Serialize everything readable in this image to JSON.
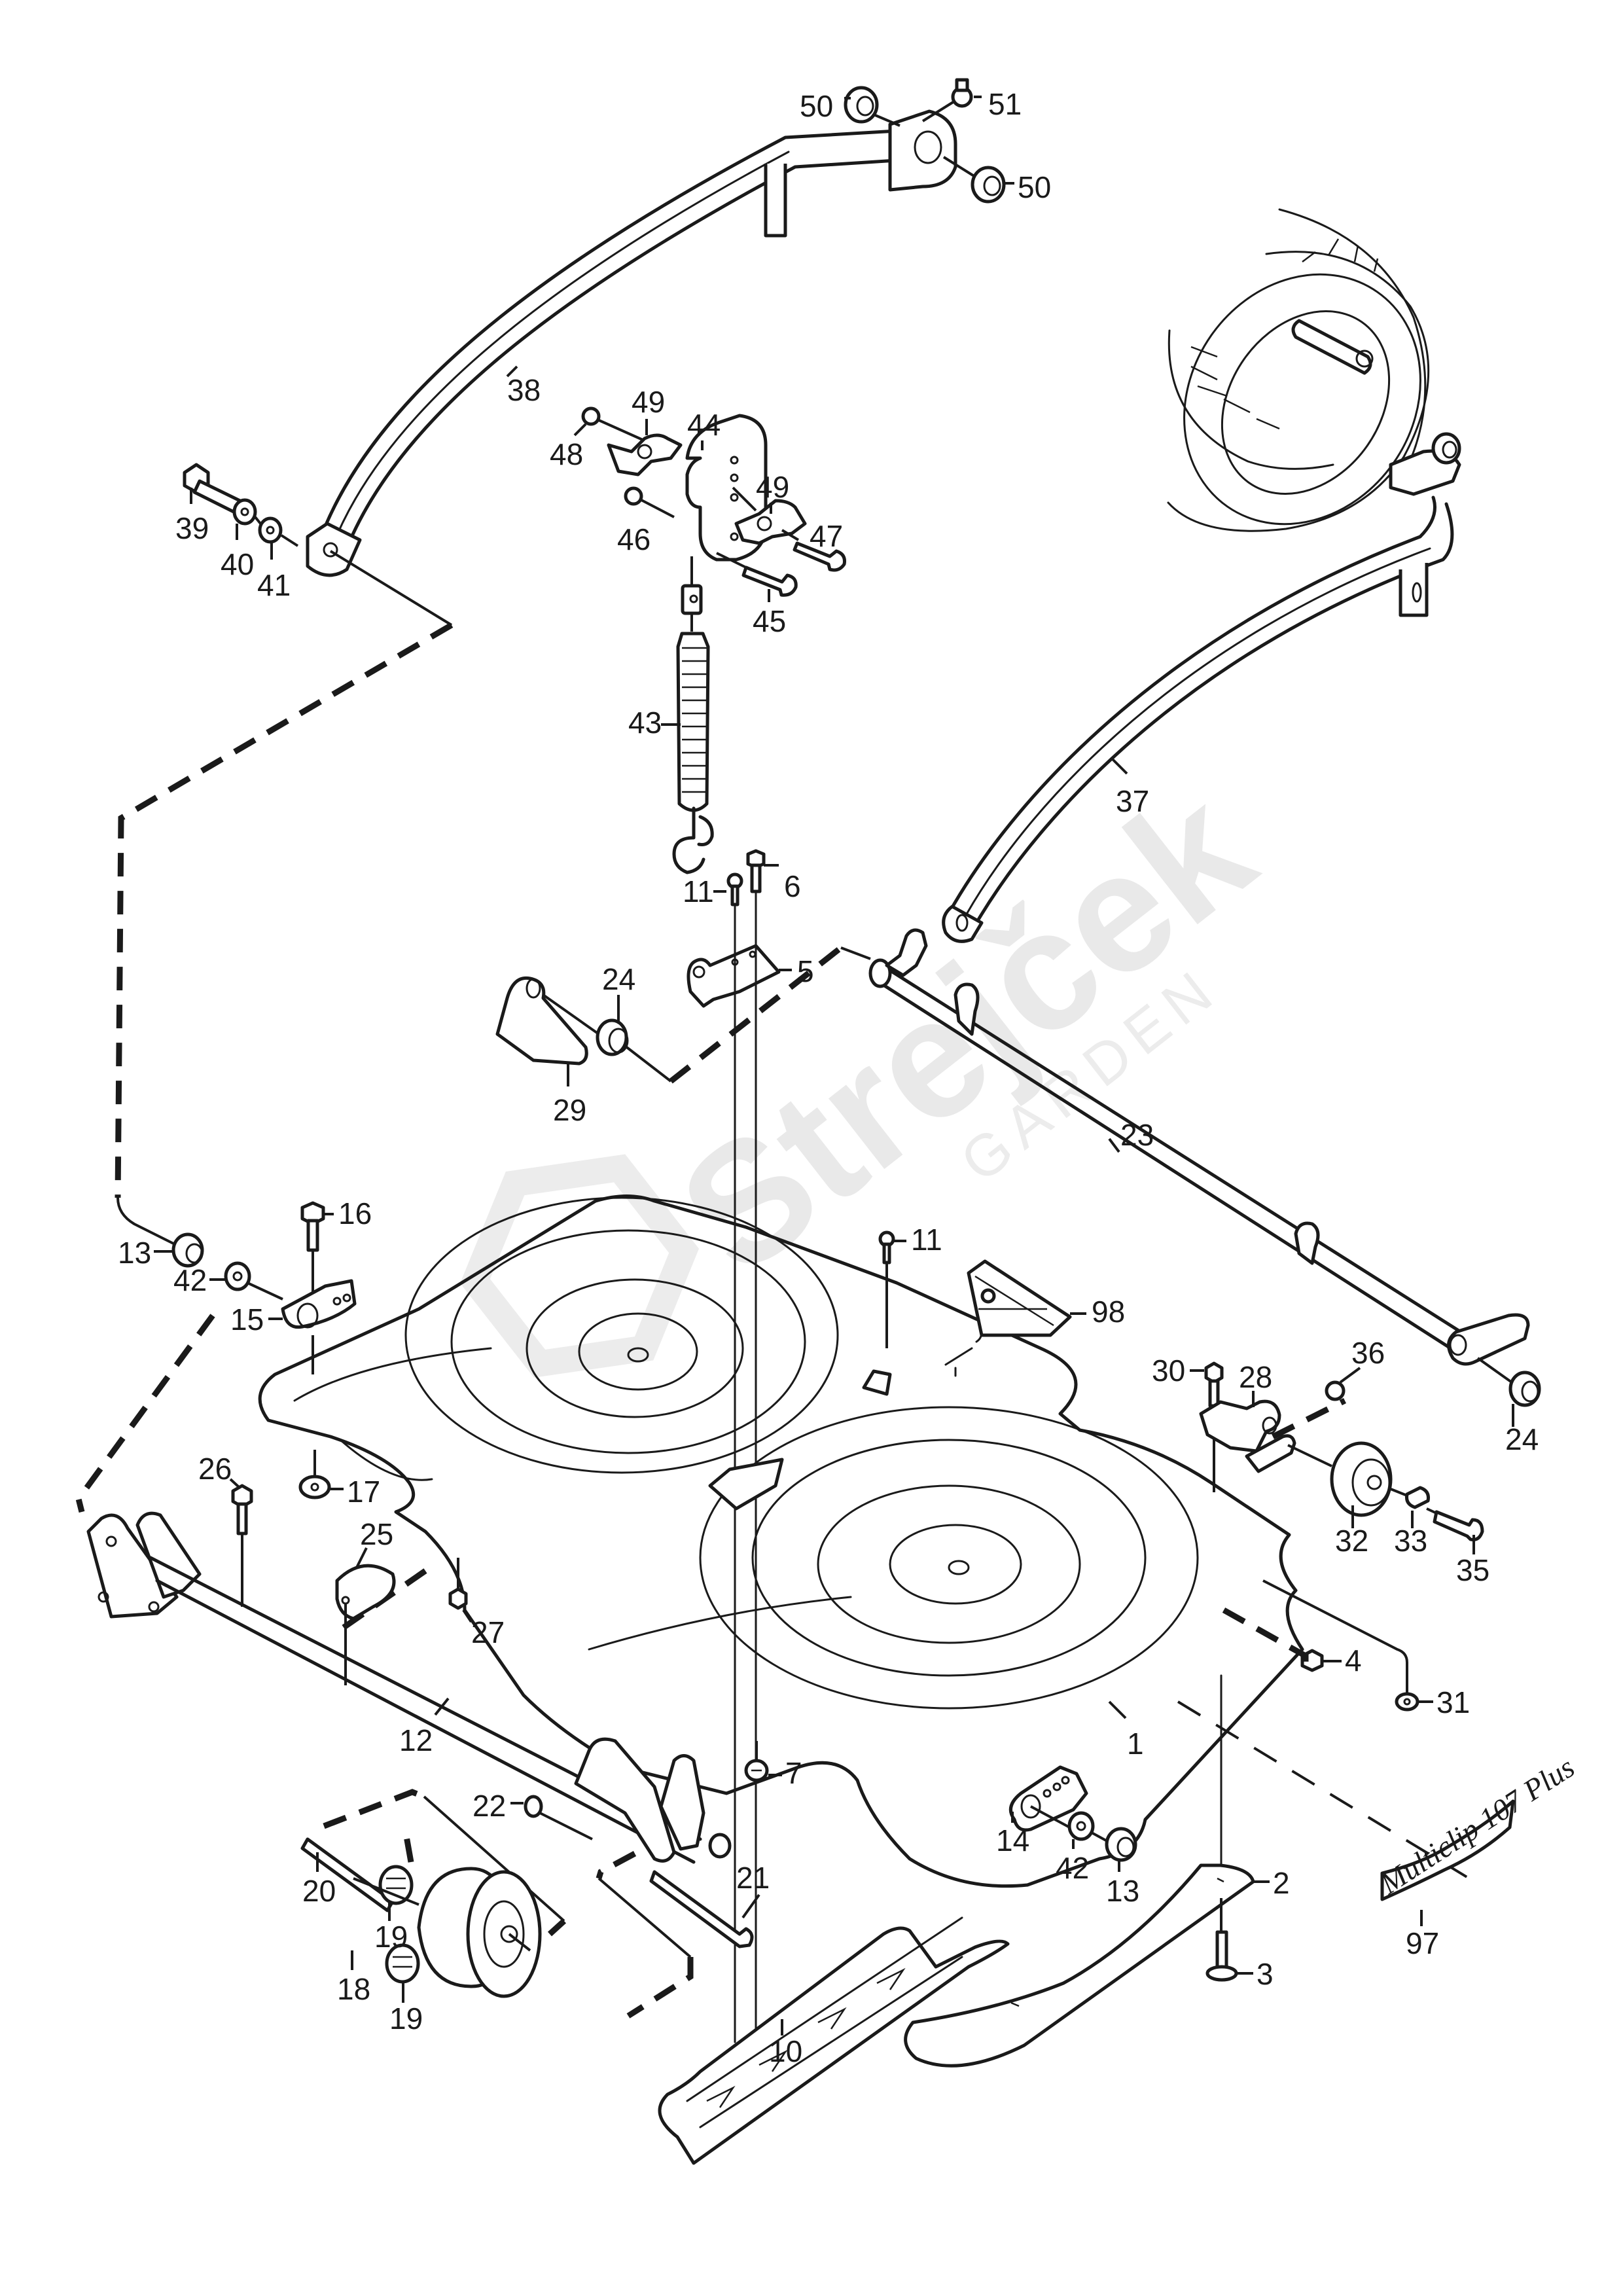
{
  "diagram": {
    "title": "Mower deck assembly – exploded parts view",
    "model_decal_text": "Multiclip 107 Plus",
    "watermark": {
      "brand": "Strejček",
      "sub": "GARDEN"
    },
    "colors": {
      "line": "#1a1a1a",
      "background": "#ffffff",
      "watermark": "#e9e9e9"
    },
    "parts": [
      {
        "id": "1",
        "name": "Cutting deck housing"
      },
      {
        "id": "2",
        "name": "Front skid plate"
      },
      {
        "id": "3",
        "name": "Carriage bolt"
      },
      {
        "id": "4",
        "name": "Flange nut"
      },
      {
        "id": "5",
        "name": "Spring bracket"
      },
      {
        "id": "6",
        "name": "Flange bolt"
      },
      {
        "id": "7",
        "name": "Flange nut"
      },
      {
        "id": "10",
        "name": "Rear skid plate"
      },
      {
        "id": "11",
        "name": "Self-tapping screw"
      },
      {
        "id": "12",
        "name": "Rear axle / roller bracket"
      },
      {
        "id": "13",
        "name": "Bushing"
      },
      {
        "id": "14",
        "name": "Pivot bracket right"
      },
      {
        "id": "15",
        "name": "Pivot bracket left"
      },
      {
        "id": "16",
        "name": "Flange bolt"
      },
      {
        "id": "17",
        "name": "Flange nut"
      },
      {
        "id": "18",
        "name": "Roller wheel"
      },
      {
        "id": "19",
        "name": "Wheel bearing"
      },
      {
        "id": "20",
        "name": "Wheel axle"
      },
      {
        "id": "21",
        "name": "Axle pin"
      },
      {
        "id": "22",
        "name": "Washer"
      },
      {
        "id": "23",
        "name": "Front lift rod"
      },
      {
        "id": "24",
        "name": "Bushing"
      },
      {
        "id": "25",
        "name": "Clamp"
      },
      {
        "id": "26",
        "name": "Flange bolt"
      },
      {
        "id": "27",
        "name": "Flange nut"
      },
      {
        "id": "28",
        "name": "Roller bracket"
      },
      {
        "id": "29",
        "name": "Bearing bracket"
      },
      {
        "id": "30",
        "name": "Flange bolt"
      },
      {
        "id": "31",
        "name": "Flange nut"
      },
      {
        "id": "32",
        "name": "Guide roller"
      },
      {
        "id": "33",
        "name": "Spacer"
      },
      {
        "id": "35",
        "name": "Bolt"
      },
      {
        "id": "36",
        "name": "Nut"
      },
      {
        "id": "37",
        "name": "Right lift arm"
      },
      {
        "id": "38",
        "name": "Left lift arm"
      },
      {
        "id": "39",
        "name": "Hex bolt"
      },
      {
        "id": "40",
        "name": "Washer"
      },
      {
        "id": "41",
        "name": "Spacer washer"
      },
      {
        "id": "42",
        "name": "Washer"
      },
      {
        "id": "43",
        "name": "Tension spring"
      },
      {
        "id": "44",
        "name": "Adjustment plate"
      },
      {
        "id": "45",
        "name": "Bolt"
      },
      {
        "id": "46",
        "name": "Lock nut"
      },
      {
        "id": "47",
        "name": "Bolt"
      },
      {
        "id": "48",
        "name": "Lock nut"
      },
      {
        "id": "49",
        "name": "Wing knob"
      },
      {
        "id": "50",
        "name": "Bushing"
      },
      {
        "id": "51",
        "name": "Grease nipple"
      },
      {
        "id": "97",
        "name": "Model decal"
      },
      {
        "id": "98",
        "name": "Warning decal"
      }
    ],
    "labels": {
      "l50a": "50",
      "l51": "51",
      "l50b": "50",
      "l38": "38",
      "l39": "39",
      "l40": "40",
      "l41": "41",
      "l48": "48",
      "l49a": "49",
      "l44": "44",
      "l49b": "49",
      "l46": "46",
      "l47": "47",
      "l45": "45",
      "l43": "43",
      "l37": "37",
      "l6": "6",
      "l11a": "11",
      "l5": "5",
      "l24a": "24",
      "l29": "29",
      "l23": "23",
      "l16": "16",
      "l13a": "13",
      "l42a": "42",
      "l15": "15",
      "l11b": "11",
      "l98": "98",
      "l30": "30",
      "l28": "28",
      "l36": "36",
      "l24b": "24",
      "l26": "26",
      "l17": "17",
      "l25": "25",
      "l27": "27",
      "l32": "32",
      "l33": "33",
      "l35": "35",
      "l4": "4",
      "l31": "31",
      "l12": "12",
      "l1": "1",
      "l7": "7",
      "l22": "22",
      "l14": "14",
      "l42b": "42",
      "l13b": "13",
      "l2": "2",
      "l20": "20",
      "l21": "21",
      "l19a": "19",
      "l19b": "19",
      "l18": "18",
      "l10": "10",
      "l3": "3",
      "l97": "97"
    }
  }
}
